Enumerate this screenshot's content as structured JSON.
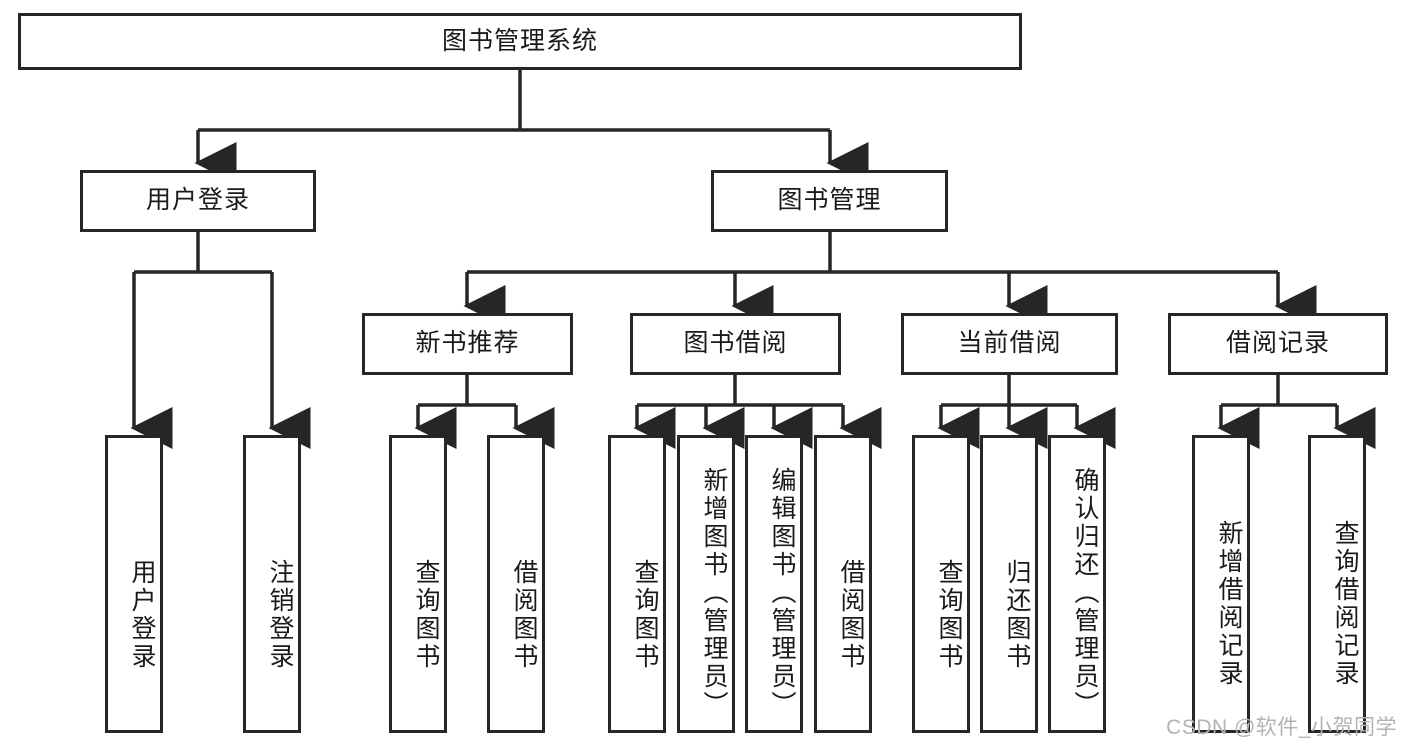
{
  "diagram": {
    "type": "hierarchy-tree",
    "title": "图书管理系统",
    "watermark": "CSDN @软件_小贺同学",
    "colors": {
      "stroke": "#262626",
      "fill": "#ffffff",
      "text": "#1a1a1a",
      "watermark": "#b3b3b3"
    },
    "levels": [
      {
        "level": 1,
        "nodes": [
          {
            "id": "root",
            "label": "图书管理系统",
            "orientation": "horizontal"
          }
        ]
      },
      {
        "level": 2,
        "nodes": [
          {
            "id": "user-login",
            "label": "用户登录",
            "orientation": "horizontal",
            "parent": "root"
          },
          {
            "id": "book-manage",
            "label": "图书管理",
            "orientation": "horizontal",
            "parent": "root"
          }
        ]
      },
      {
        "level": 3,
        "nodes": [
          {
            "id": "new-book-rec",
            "label": "新书推荐",
            "orientation": "horizontal",
            "parent": "book-manage"
          },
          {
            "id": "book-borrow",
            "label": "图书借阅",
            "orientation": "horizontal",
            "parent": "book-manage"
          },
          {
            "id": "current-borrow",
            "label": "当前借阅",
            "orientation": "horizontal",
            "parent": "book-manage"
          },
          {
            "id": "borrow-record",
            "label": "借阅记录",
            "orientation": "horizontal",
            "parent": "book-manage"
          }
        ]
      },
      {
        "level": 4,
        "nodes": [
          {
            "id": "leaf-user-login",
            "label": "用户登录",
            "orientation": "vertical",
            "parent": "user-login"
          },
          {
            "id": "leaf-logout",
            "label": "注销登录",
            "orientation": "vertical",
            "parent": "user-login"
          },
          {
            "id": "leaf-query-book-1",
            "label": "查询图书",
            "orientation": "vertical",
            "parent": "new-book-rec"
          },
          {
            "id": "leaf-borrow-book-1",
            "label": "借阅图书",
            "orientation": "vertical",
            "parent": "new-book-rec"
          },
          {
            "id": "leaf-query-book-2",
            "label": "查询图书",
            "orientation": "vertical",
            "parent": "book-borrow"
          },
          {
            "id": "leaf-add-book",
            "label": "新增图书（管理员）",
            "orientation": "vertical",
            "parent": "book-borrow"
          },
          {
            "id": "leaf-edit-book",
            "label": "编辑图书（管理员）",
            "orientation": "vertical",
            "parent": "book-borrow"
          },
          {
            "id": "leaf-borrow-book-2",
            "label": "借阅图书",
            "orientation": "vertical",
            "parent": "book-borrow"
          },
          {
            "id": "leaf-query-book-3",
            "label": "查询图书",
            "orientation": "vertical",
            "parent": "current-borrow"
          },
          {
            "id": "leaf-return-book",
            "label": "归还图书",
            "orientation": "vertical",
            "parent": "current-borrow"
          },
          {
            "id": "leaf-confirm-return",
            "label": "确认归还（管理员）",
            "orientation": "vertical",
            "parent": "current-borrow"
          },
          {
            "id": "leaf-add-record",
            "label": "新增借阅记录",
            "orientation": "vertical",
            "parent": "borrow-record"
          },
          {
            "id": "leaf-query-record",
            "label": "查询借阅记录",
            "orientation": "vertical",
            "parent": "borrow-record"
          }
        ]
      }
    ]
  }
}
